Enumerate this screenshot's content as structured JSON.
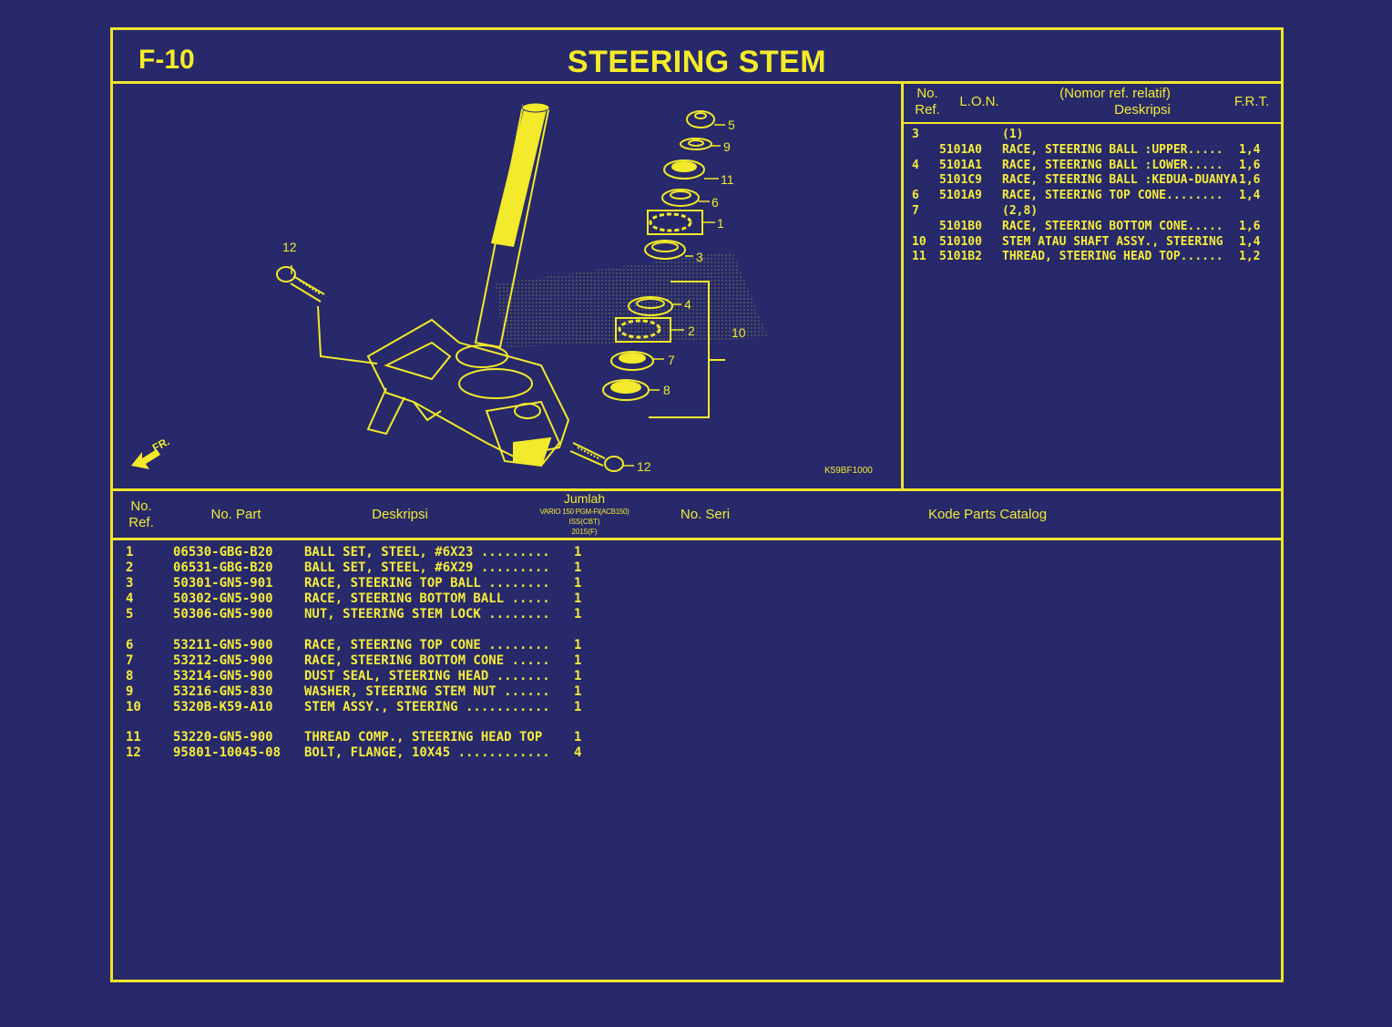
{
  "header": {
    "code": "F-10",
    "title": "STEERING STEM"
  },
  "diagram": {
    "id": "K59BF1000",
    "callouts": [
      "5",
      "9",
      "11",
      "6",
      "1",
      "3",
      "4",
      "2",
      "10",
      "7",
      "8",
      "12",
      "12"
    ],
    "direction_label": "FR."
  },
  "ref_table": {
    "headers": {
      "no": "No.",
      "ref": "Ref.",
      "lon": "L.O.N.",
      "desc_top": "(Nomor ref. relatif)",
      "desc": "Deskripsi",
      "frt": "F.R.T."
    },
    "rows": [
      {
        "no": "3",
        "lon": "",
        "desc": "(1)",
        "frt": ""
      },
      {
        "no": "",
        "lon": "5101A0",
        "desc": "RACE, STEERING BALL :UPPER.....",
        "frt": "1,4"
      },
      {
        "no": "4",
        "lon": "5101A1",
        "desc": "RACE, STEERING BALL :LOWER.....",
        "frt": "1,6"
      },
      {
        "no": "",
        "lon": "5101C9",
        "desc": "RACE, STEERING BALL :KEDUA-DUANYA",
        "frt": "1,6"
      },
      {
        "no": "6",
        "lon": "5101A9",
        "desc": "RACE, STEERING TOP CONE........",
        "frt": "1,4"
      },
      {
        "no": "7",
        "lon": "",
        "desc": "(2,8)",
        "frt": ""
      },
      {
        "no": "",
        "lon": "5101B0",
        "desc": "RACE, STEERING BOTTOM CONE.....",
        "frt": "1,6"
      },
      {
        "no": "10",
        "lon": "510100",
        "desc": "STEM ATAU SHAFT ASSY., STEERING",
        "frt": "1,4"
      },
      {
        "no": "11",
        "lon": "5101B2",
        "desc": "THREAD, STEERING HEAD TOP......",
        "frt": "1,2"
      }
    ]
  },
  "parts_table": {
    "headers": {
      "no": "No.",
      "ref": "Ref.",
      "part": "No. Part",
      "desc": "Deskripsi",
      "qty": "Jumlah",
      "qty_sub1": "VARIO 150 PGM-FI(ACB150)",
      "qty_sub2": "ISS(CBT)",
      "qty_sub3": "2015(F)",
      "serial": "No. Seri",
      "catalog": "Kode Parts Catalog"
    },
    "rows": [
      {
        "ref": "1",
        "part": "06530-GBG-B20",
        "desc": "BALL SET, STEEL, #6X23 .........",
        "qty": "1"
      },
      {
        "ref": "2",
        "part": "06531-GBG-B20",
        "desc": "BALL SET, STEEL, #6X29 .........",
        "qty": "1"
      },
      {
        "ref": "3",
        "part": "50301-GN5-901",
        "desc": "RACE, STEERING TOP BALL ........",
        "qty": "1"
      },
      {
        "ref": "4",
        "part": "50302-GN5-900",
        "desc": "RACE, STEERING BOTTOM BALL .....",
        "qty": "1"
      },
      {
        "ref": "5",
        "part": "50306-GN5-900",
        "desc": "NUT, STEERING STEM LOCK ........",
        "qty": "1"
      },
      {
        "ref": "6",
        "part": "53211-GN5-900",
        "desc": "RACE, STEERING TOP CONE ........",
        "qty": "1"
      },
      {
        "ref": "7",
        "part": "53212-GN5-900",
        "desc": "RACE, STEERING BOTTOM CONE .....",
        "qty": "1"
      },
      {
        "ref": "8",
        "part": "53214-GN5-900",
        "desc": "DUST SEAL, STEERING HEAD .......",
        "qty": "1"
      },
      {
        "ref": "9",
        "part": "53216-GN5-830",
        "desc": "WASHER, STEERING STEM NUT ......",
        "qty": "1"
      },
      {
        "ref": "10",
        "part": "5320B-K59-A10",
        "desc": "STEM ASSY., STEERING ...........",
        "qty": "1"
      },
      {
        "ref": "11",
        "part": "53220-GN5-900",
        "desc": "THREAD COMP., STEERING HEAD TOP",
        "qty": "1"
      },
      {
        "ref": "12",
        "part": "95801-10045-08",
        "desc": "BOLT, FLANGE, 10X45 ............",
        "qty": "4"
      }
    ]
  }
}
